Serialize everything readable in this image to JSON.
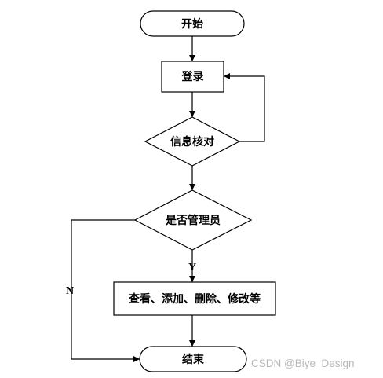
{
  "nodes": {
    "start": "开始",
    "login": "登录",
    "verify": "信息核对",
    "is_admin": "是否管理员",
    "actions": "查看、添加、删除、修改等",
    "end": "结束"
  },
  "edges": {
    "yes": "Y",
    "no": "N"
  },
  "watermark": "CSDN @Biye_Design"
}
